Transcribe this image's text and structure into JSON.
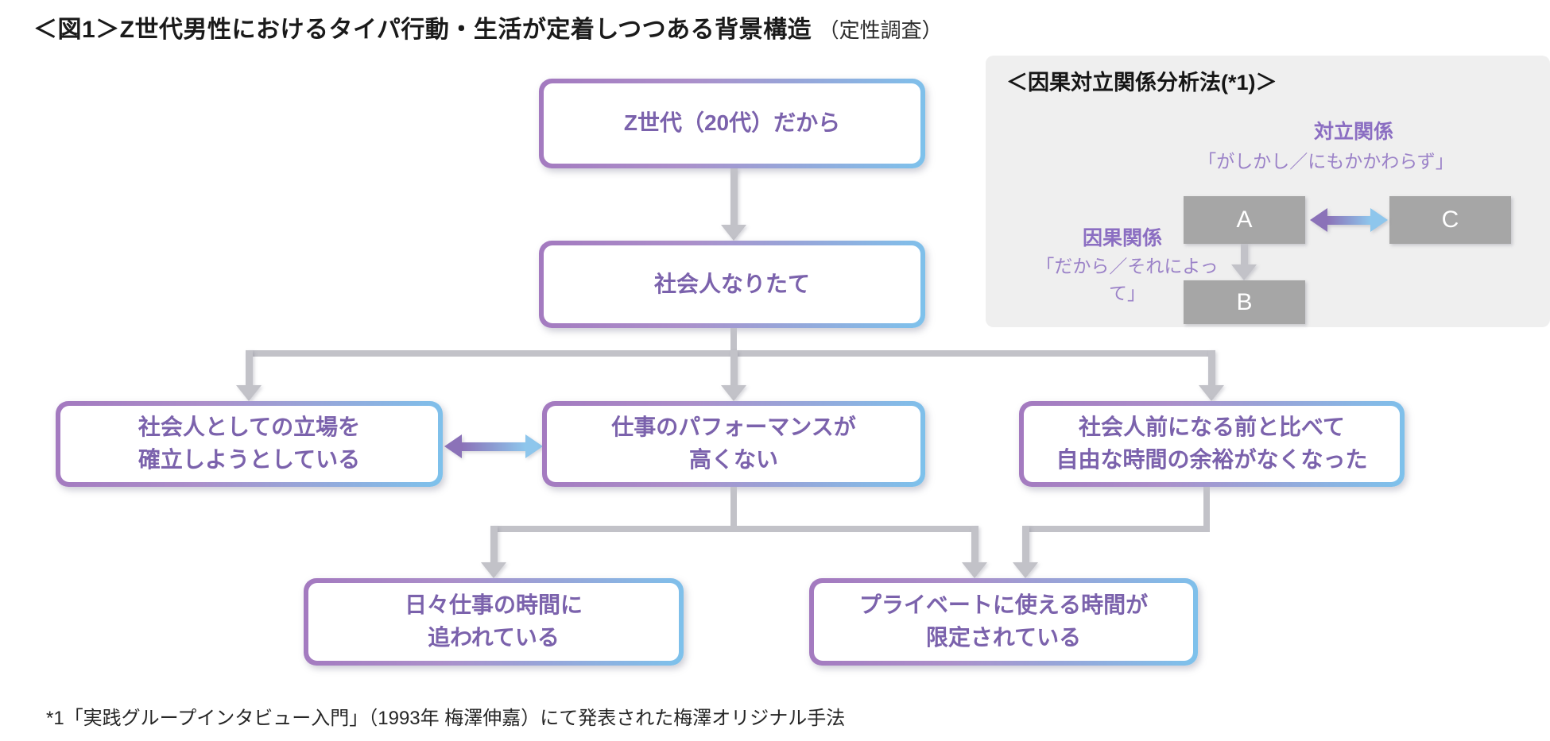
{
  "title": {
    "main": "＜図1＞Z世代男性におけるタイパ行動・生活が定着しつつある背景構造",
    "suffix": "（定性調査）"
  },
  "legend": {
    "title": "＜因果対立関係分析法(*1)＞",
    "opposition": {
      "label": "対立関係",
      "quote": "「がしかし／にもかかわらず」"
    },
    "causal": {
      "label": "因果関係",
      "quote": "「だから／それによって」"
    },
    "node_a": "A",
    "node_b": "B",
    "node_c": "C"
  },
  "flow": {
    "box_generation": "Z世代（20代）だから",
    "box_new_worker": "社会人なりたて",
    "box_position": [
      "社会人としての立場を",
      "確立しようとしている"
    ],
    "box_performance": [
      "仕事のパフォーマンスが",
      "高くない"
    ],
    "box_free_time": [
      "社会人前になる前と比べて",
      "自由な時間の余裕がなくなった"
    ],
    "box_busy": [
      "日々仕事の時間に",
      "追われている"
    ],
    "box_private": [
      "プライベートに使える時間が",
      "限定されている"
    ]
  },
  "footnote": "*1「実践グループインタビュー入門」（1993年 梅澤伸嘉）にて発表された梅澤オリジナル手法",
  "colors": {
    "box_border_purple": "#a379bf",
    "box_border_blue": "#7dc2ec",
    "box_text_purple": "#7b62ac",
    "arrow_gray": "#c2c2c8",
    "legend_panel_gray": "#efefef",
    "legend_node_gray": "#a6a6a6",
    "legend_label_purple": "#8b6ec2"
  }
}
